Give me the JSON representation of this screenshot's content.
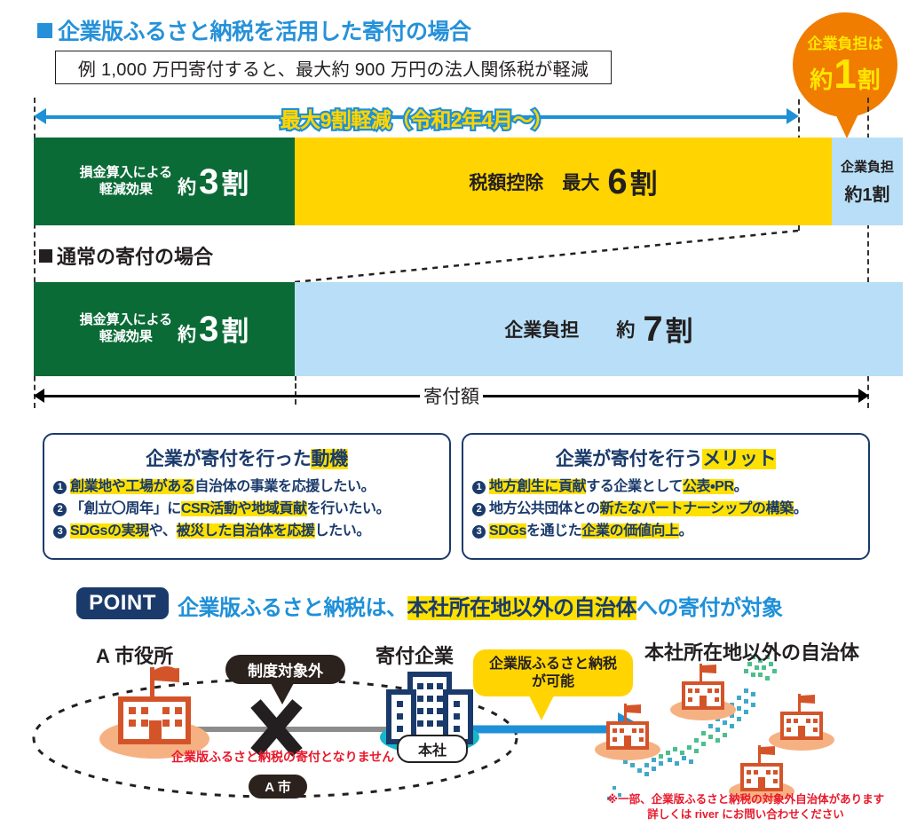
{
  "section1": {
    "heading": "企業版ふるさと納税を活用した寄付の場合",
    "example_note": "例 1,000 万円寄付すると、最大約 900 万円の法人関係税が軽減",
    "badge": {
      "top": "企業負担は",
      "prefix": "約",
      "number": "1",
      "unit": "割"
    },
    "dimension_label": "最大9割軽減（令和2年4月～）",
    "bar": [
      {
        "label_line1": "損金算入による",
        "label_line2": "軽減効果",
        "prefix": "約",
        "number": "3",
        "unit": "割",
        "color": "#0b6b37"
      },
      {
        "label": "税額控除　最大",
        "number": "6",
        "unit": "割",
        "color": "#ffd400"
      },
      {
        "line1": "企業負担",
        "line2": "約1割",
        "color": "#b8dff7"
      }
    ]
  },
  "section2": {
    "heading": "通常の寄付の場合",
    "bar": [
      {
        "label_line1": "損金算入による",
        "label_line2": "軽減効果",
        "prefix": "約",
        "number": "3",
        "unit": "割",
        "color": "#0b6b37"
      },
      {
        "label": "企業負担　　約",
        "number": "7",
        "unit": "割",
        "color": "#b8dff7"
      }
    ],
    "dimension_label": "寄付額"
  },
  "boxes": [
    {
      "title_plain": "企業が寄付を行った",
      "title_marked": "動機",
      "items": [
        [
          {
            "t": "創業地や工場がある",
            "m": true
          },
          {
            "t": "自治体の事業を応援したい。",
            "m": false
          }
        ],
        [
          {
            "t": "「創立〇周年」に",
            "m": false
          },
          {
            "t": "CSR活動や地域貢献",
            "m": true
          },
          {
            "t": "を行いたい。",
            "m": false
          }
        ],
        [
          {
            "t": "SDGsの実現",
            "m": true
          },
          {
            "t": "や、",
            "m": false
          },
          {
            "t": "被災した自治体を応援",
            "m": true
          },
          {
            "t": "したい。",
            "m": false
          }
        ]
      ]
    },
    {
      "title_plain": "企業が寄付を行う",
      "title_marked": "メリット",
      "items": [
        [
          {
            "t": "地方創生に貢献",
            "m": true
          },
          {
            "t": "する企業として",
            "m": false
          },
          {
            "t": "公表・PR",
            "m": true
          },
          {
            "t": "。",
            "m": false
          }
        ],
        [
          {
            "t": "地方公共団体との",
            "m": false
          },
          {
            "t": "新たなパートナーシップの構築",
            "m": true
          },
          {
            "t": "。",
            "m": false
          }
        ],
        [
          {
            "t": "SDGs",
            "m": true
          },
          {
            "t": "を通じた",
            "m": false
          },
          {
            "t": "企業の価値向上",
            "m": true
          },
          {
            "t": "。",
            "m": false
          }
        ]
      ]
    }
  ],
  "point": {
    "badge": "POINT",
    "text_before": "企業版ふるさと納税は、",
    "text_marked": "本社所在地以外の自治体",
    "text_after": "への寄付が対象"
  },
  "diagram": {
    "label_cityhall": "A 市役所",
    "label_company": "寄付企業",
    "label_others": "本社所在地以外の自治体",
    "bubble_excluded": "制度対象外",
    "bubble_city": "A 市",
    "bubble_possible_line1": "企業版ふるさと納税",
    "bubble_possible_line2": "が可能",
    "hq_pill": "本社",
    "no_donation_note": "企業版ふるさと納税の寄付となりません",
    "footnote_line1": "※一部、企業版ふるさと納税の対象外自治体があります",
    "footnote_line2": "詳しくは river にお問い合わせください"
  },
  "chart_data": {
    "type": "bar",
    "title": "企業版ふるさと納税を活用した寄付の場合／通常の寄付の場合",
    "orientation": "horizontal",
    "unit": "割 (10% units of donation)",
    "total": 10,
    "series": [
      {
        "name": "企業版ふるさと納税を活用した寄付の場合",
        "segments": [
          {
            "label": "損金算入による軽減効果 約3割",
            "value": 3,
            "color": "#0b6b37"
          },
          {
            "label": "税額控除 最大6割",
            "value": 6,
            "color": "#ffd400"
          },
          {
            "label": "企業負担 約1割",
            "value": 1,
            "color": "#b8dff7"
          }
        ]
      },
      {
        "name": "通常の寄付の場合",
        "segments": [
          {
            "label": "損金算入による軽減効果 約3割",
            "value": 3,
            "color": "#0b6b37"
          },
          {
            "label": "企業負担 約7割",
            "value": 7,
            "color": "#b8dff7"
          }
        ]
      }
    ],
    "annotations": [
      "最大9割軽減（令和2年4月～）",
      "寄付額",
      "例 1,000 万円寄付すると、最大約 900 万円の法人関係税が軽減"
    ]
  },
  "colors": {
    "brand_blue": "#1e90d8",
    "navy": "#1a3a6b",
    "green": "#0b6b37",
    "yellow": "#ffd400",
    "light_blue": "#b8dff7",
    "orange": "#f07c00",
    "red": "#e8192c",
    "highlight": "#ffe100"
  }
}
